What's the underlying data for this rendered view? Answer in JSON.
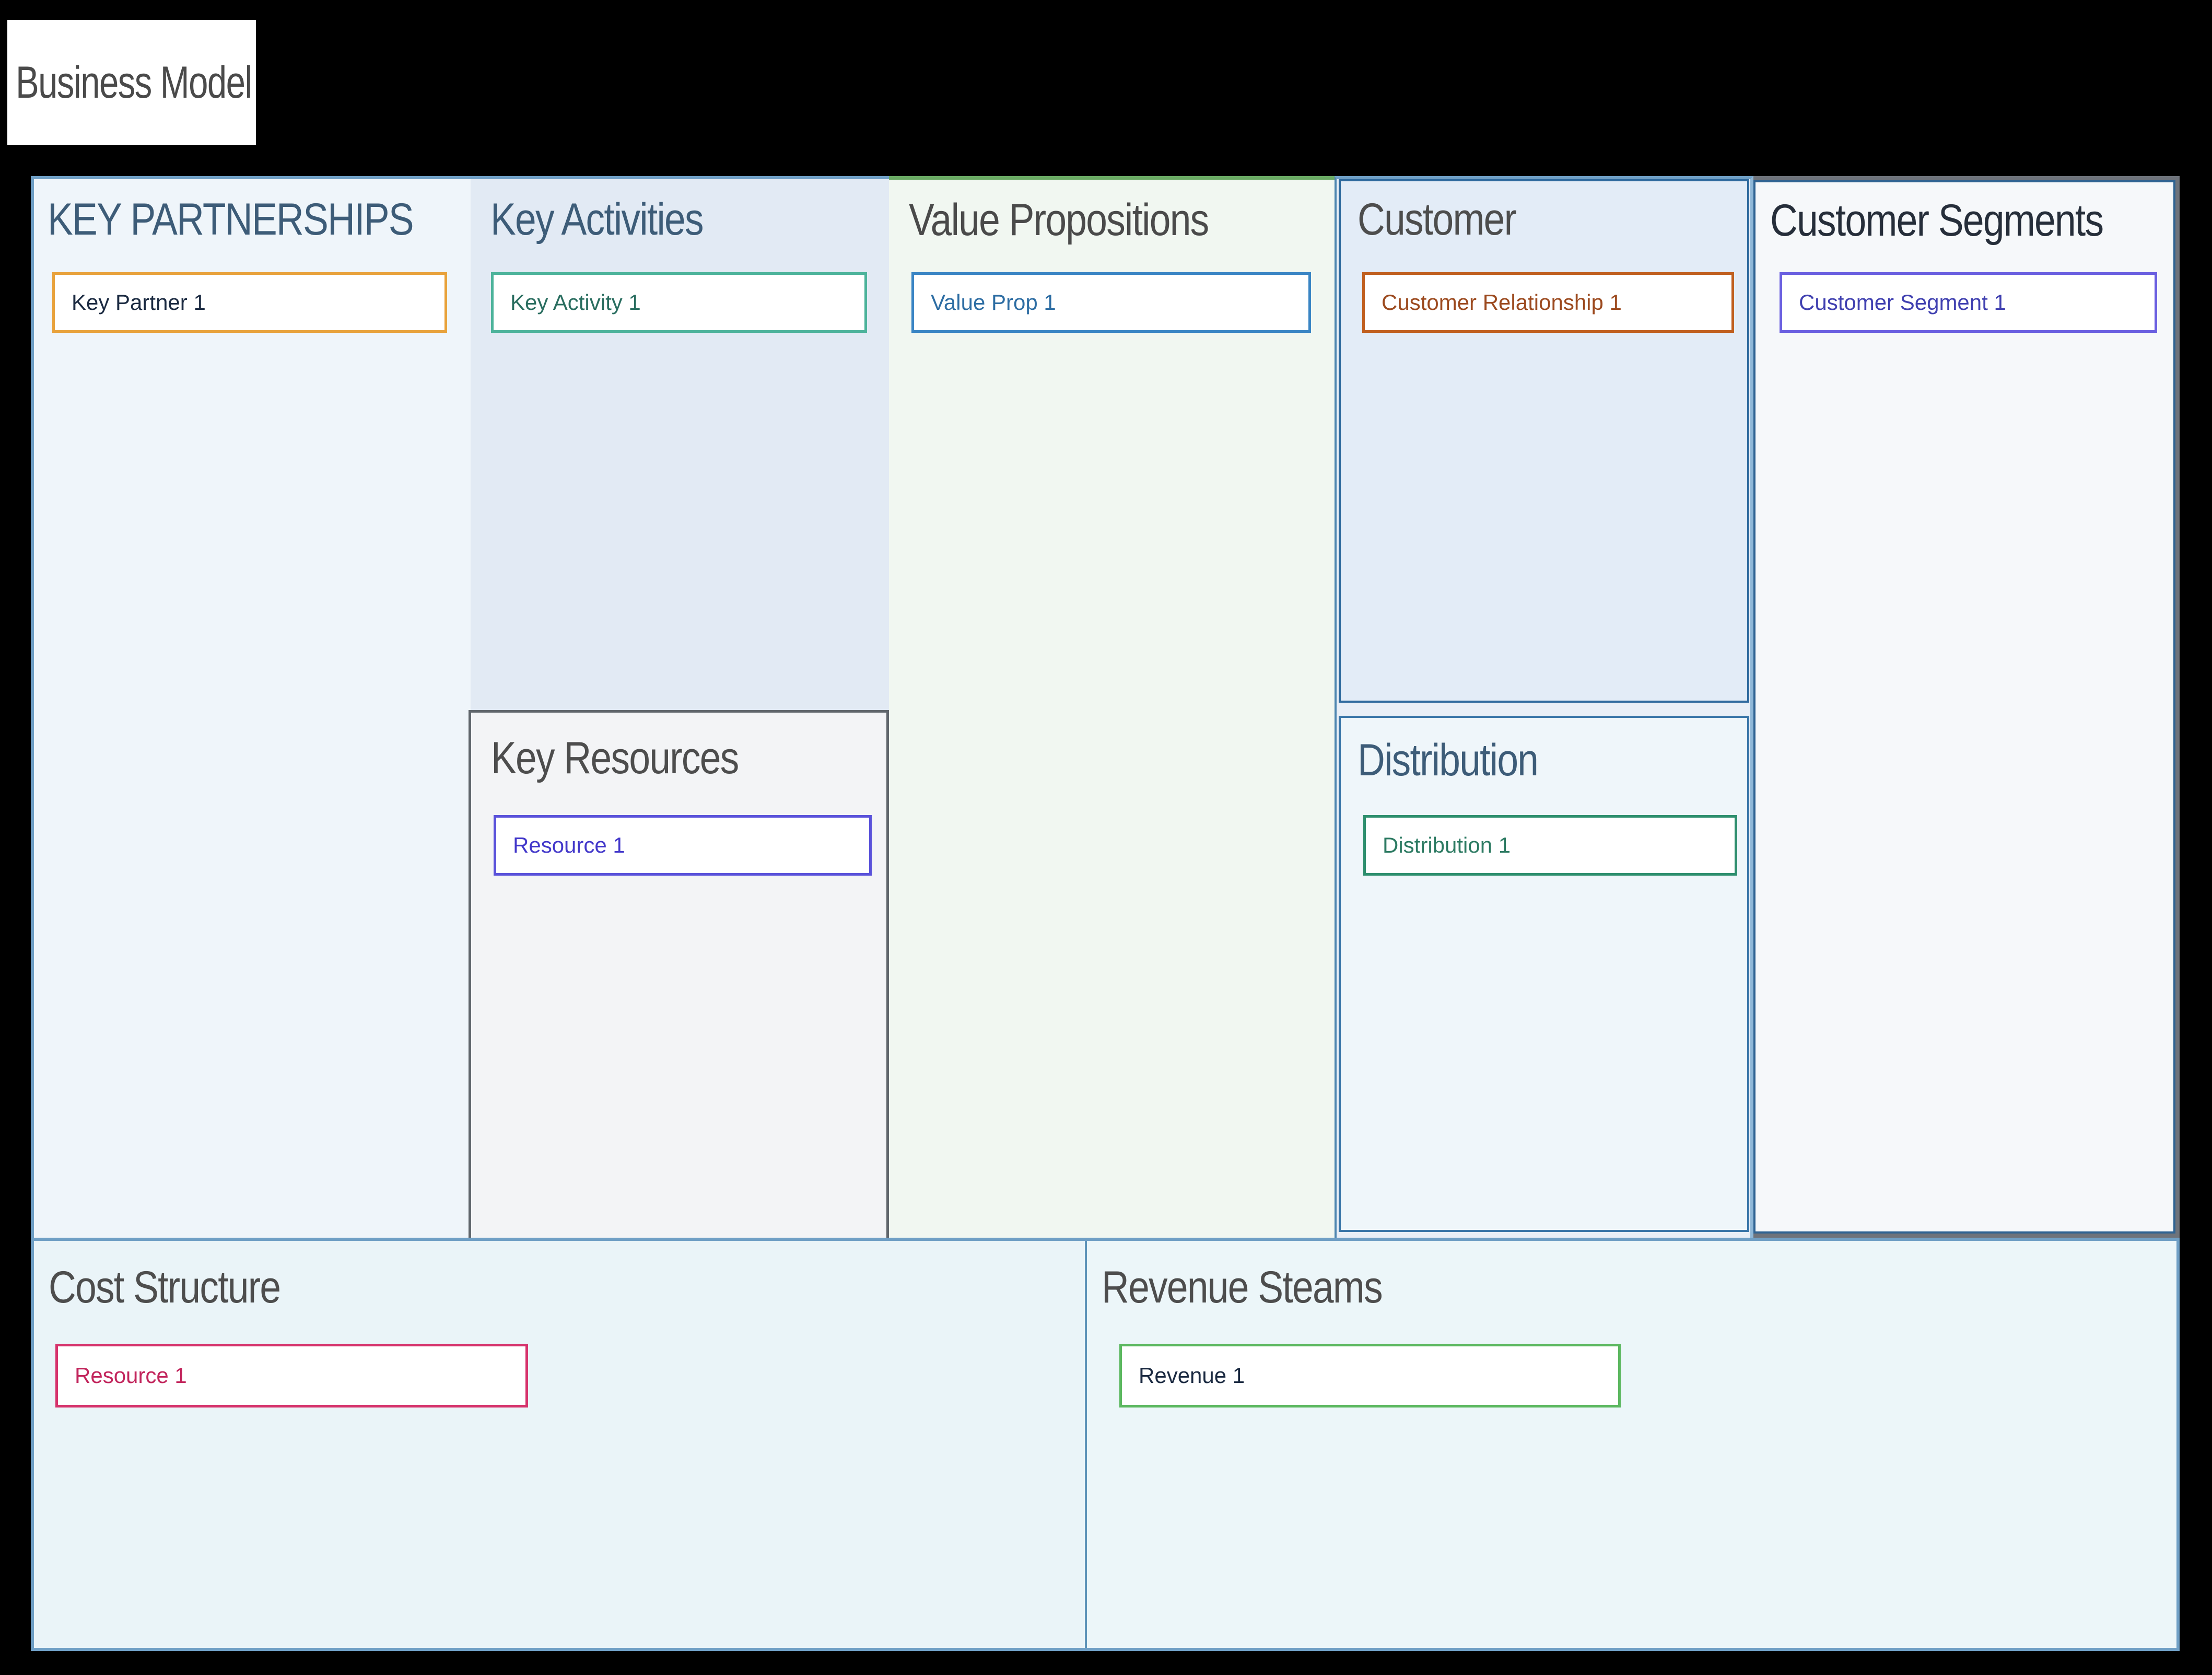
{
  "title": "Business Model",
  "sections": {
    "key_partnerships": {
      "title": "KEY PARTNERSHIPS",
      "items": [
        "Key Partner 1"
      ]
    },
    "key_activities": {
      "title": "Key Activities",
      "items": [
        "Key Activity 1"
      ]
    },
    "key_resources": {
      "title": "Key Resources",
      "items": [
        "Resource 1"
      ]
    },
    "value_propositions": {
      "title": "Value Propositions",
      "items": [
        "Value Prop 1"
      ]
    },
    "customer": {
      "title": "Customer",
      "items": [
        "Customer Relationship 1"
      ]
    },
    "distribution": {
      "title": "Distribution",
      "items": [
        "Distribution 1"
      ]
    },
    "customer_segments": {
      "title": "Customer Segments",
      "items": [
        "Customer Segment 1"
      ]
    },
    "cost_structure": {
      "title": "Cost Structure",
      "items": [
        "Resource 1"
      ]
    },
    "revenue_streams": {
      "title": "Revenue Steams",
      "items": [
        "Revenue 1"
      ]
    }
  },
  "colors": {
    "page_background": "#000000",
    "canvas_border_blue": "#6f9fc5",
    "column_divider_blue": "#4e86b0",
    "value_props_top_border_green": "#6aaa64",
    "key_resources_border_gray": "#60666c",
    "customer_box_border": "#2f6a9e",
    "distribution_box_border": "#3a76a8",
    "segments_outer_border_gray": "#6e737b",
    "segments_inner_border": "#2f6392",
    "card_border_key_partner": "#e8a23c",
    "card_border_key_activity": "#4db39b",
    "card_border_value_prop": "#3a85c4",
    "card_border_customer_relationship": "#c05f1f",
    "card_border_customer_segment": "#6a5fe0",
    "card_border_resource": "#5a52da",
    "card_border_distribution": "#2e8f6e",
    "card_border_cost_resource": "#d6336c",
    "card_border_revenue": "#5cb860"
  }
}
